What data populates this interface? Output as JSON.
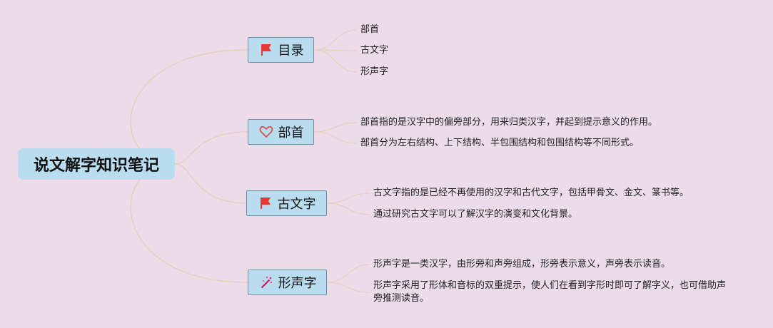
{
  "root": {
    "title": "说文解字知识笔记"
  },
  "branches": [
    {
      "label": "目录",
      "icon": "red-flag-icon",
      "children": [
        "部首",
        "古文字",
        "形声字"
      ]
    },
    {
      "label": "部首",
      "icon": "heart-icon",
      "children": [
        "部首指的是汉字中的偏旁部分，用来归类汉字，并起到提示意义的作用。",
        "部首分为左右结构、上下结构、半包围结构和包围结构等不同形式。"
      ]
    },
    {
      "label": "古文字",
      "icon": "red-flag-icon",
      "children": [
        "古文字指的是已经不再使用的汉字和古代文字，包括甲骨文、金文、篆书等。",
        "通过研究古文字可以了解汉字的演变和文化背景。"
      ]
    },
    {
      "label": "形声字",
      "icon": "magic-wand-icon",
      "children": [
        "形声字是一类汉字，由形旁和声旁组成，形旁表示意义，声旁表示读音。",
        "形声字采用了形体和音标的双重提示，使人们在看到字形时即可了解字义，也可借助声旁推测读音。"
      ]
    }
  ],
  "colors": {
    "background": "#ecdce9",
    "node_fill": "#b9dcef",
    "node_border": "#6f8fa0",
    "connector": "#e8cbb4",
    "flag": "#e53935",
    "heart": "#d9534f"
  }
}
